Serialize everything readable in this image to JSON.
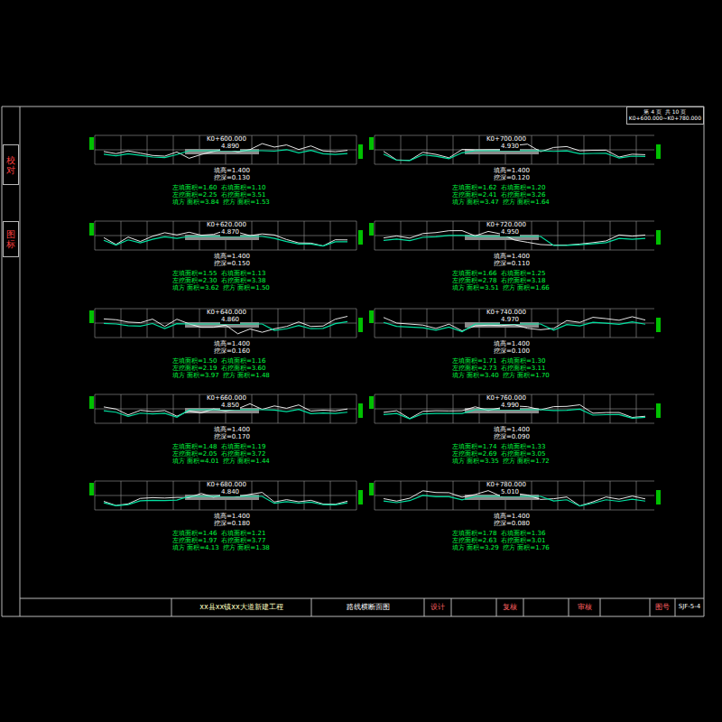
{
  "diagram": {
    "nodes": [
      {
        "text": [
          "第 4 页  共 10 页",
          "K0+600.000~K0+780.000"
        ]
      },
      {
        "text": [
          "校对"
        ]
      },
      {
        "text": [
          "图标"
        ]
      },
      {
        "text": [
          "xx县xx镇xx大道新建工程"
        ]
      },
      {
        "text": [
          "路线横断面图"
        ]
      },
      {
        "text": [
          "设计"
        ]
      },
      {
        "text": [
          "复核"
        ]
      },
      {
        "text": [
          "审核"
        ]
      },
      {
        "text": [
          "图号"
        ]
      },
      {
        "text": [
          "SJF-5-4"
        ]
      }
    ],
    "labels": [
      "K0+600.000",
      "4.890",
      "填高=1.400",
      "挖深=0.130",
      "左填面积=1.60  右填面积=1.10",
      "左挖面积=2.25  右挖面积=3.51",
      "填方 面积=3.84  挖方 面积=1.53",
      "K0+700.000",
      "4.930",
      "填高=1.400",
      "挖深=0.120",
      "左填面积=1.62  右填面积=1.20",
      "左挖面积=2.41  右挖面积=3.26",
      "填方 面积=3.47  挖方 面积=1.64",
      "K0+620.000",
      "4.870",
      "填高=1.400",
      "挖深=0.150",
      "左填面积=1.55  右填面积=1.13",
      "左挖面积=2.30  右挖面积=3.38",
      "填方 面积=3.62  挖方 面积=1.50",
      "K0+720.000",
      "4.950",
      "填高=1.400",
      "挖深=0.110",
      "左填面积=1.66  右填面积=1.25",
      "左挖面积=2.78  右挖面积=3.18",
      "填方 面积=3.51  挖方 面积=1.66",
      "K0+640.000",
      "4.860",
      "填高=1.400",
      "挖深=0.160",
      "左填面积=1.50  右填面积=1.16",
      "左挖面积=2.19  右挖面积=3.60",
      "填方 面积=3.97  挖方 面积=1.48",
      "K0+740.000",
      "4.970",
      "填高=1.400",
      "挖深=0.100",
      "左填面积=1.71  右填面积=1.30",
      "左挖面积=2.73  右挖面积=3.11",
      "填方 面积=3.40  挖方 面积=1.70",
      "K0+660.000",
      "4.850",
      "填高=1.400",
      "挖深=0.170",
      "左填面积=1.48  右填面积=1.19",
      "左挖面积=2.05  右挖面积=3.72",
      "填方 面积=4.01  挖方 面积=1.44",
      "K0+760.000",
      "4.990",
      "填高=1.400",
      "挖深=0.090",
      "左填面积=1.74  右填面积=1.33",
      "左挖面积=2.69  右挖面积=3.05",
      "填方 面积=3.35  挖方 面积=1.72",
      "K0+680.000",
      "4.840",
      "填高=1.400",
      "挖深=0.180",
      "左填面积=1.46  右填面积=1.21",
      "左挖面积=1.97  右挖面积=3.77",
      "填方 面积=4.13  挖方 面积=1.38",
      "K0+780.000",
      "5.010",
      "填高=1.400",
      "挖深=0.080",
      "左填面积=1.78  右填面积=1.36",
      "左挖面积=2.63  右挖面积=3.01",
      "填方 面积=3.29  挖方 面积=1.76"
    ]
  }
}
